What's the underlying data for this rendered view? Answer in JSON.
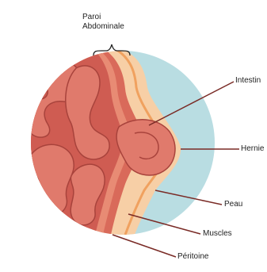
{
  "diagram": {
    "title_line1": "Paroi",
    "title_line2": "Abdominale",
    "labels": {
      "intestin": "Intestin",
      "hernie": "Hernie",
      "peau": "Peau",
      "muscles": "Muscles",
      "peritoine": "Péritoine"
    },
    "colors": {
      "background_circle": "#b9dde2",
      "skin": "#f7cfa6",
      "muscle": "#d96a5a",
      "fat_layer": "#f3b58a",
      "intestine": "#d2675d",
      "intestine_dark": "#8f2f2b",
      "leader_line": "#7a2b26"
    }
  }
}
